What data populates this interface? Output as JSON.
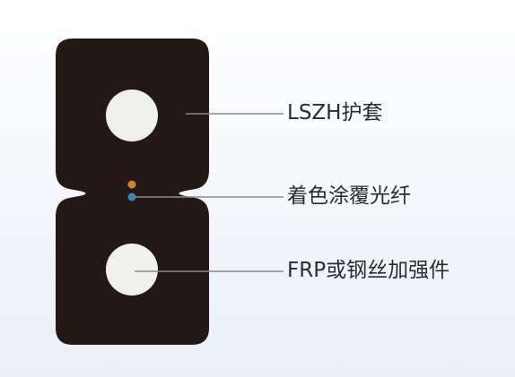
{
  "diagram": {
    "labels": {
      "sheath": "LSZH护套",
      "fiber": "着色涂覆光纤",
      "strength_member": "FRP或钢丝加强件"
    },
    "colors": {
      "sheath": "#231815",
      "strength_member": "#f0f1ef",
      "fiber_orange": "#d8802c",
      "fiber_blue": "#3a86c2",
      "leader_line": "#8a8a8a"
    }
  }
}
